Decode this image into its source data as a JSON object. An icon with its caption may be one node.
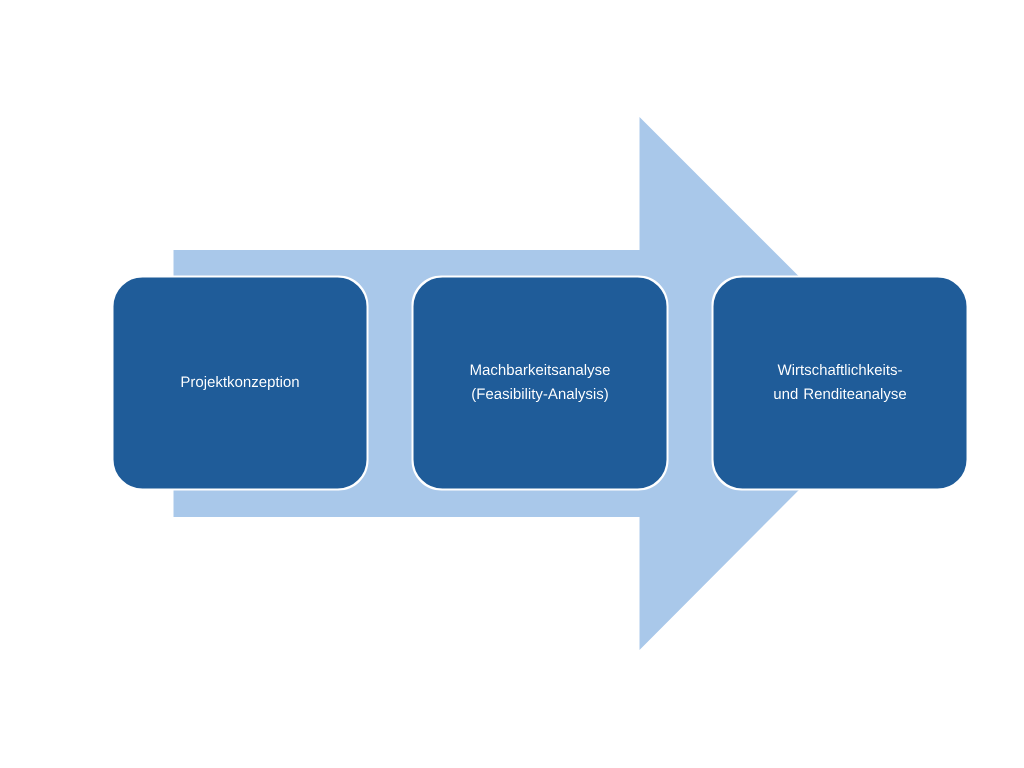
{
  "diagram": {
    "nodes": [
      {
        "text": [
          "Projektkonzeption"
        ]
      },
      {
        "text": [
          "Machbarkeitsanalyse (Feasibility-Analysis)"
        ]
      },
      {
        "text": [
          "Wirtschaftlichkeits- und Renditeanalyse"
        ]
      }
    ],
    "edges": [
      {
        "from": 0,
        "to": 2,
        "arrow": "to"
      }
    ]
  }
}
